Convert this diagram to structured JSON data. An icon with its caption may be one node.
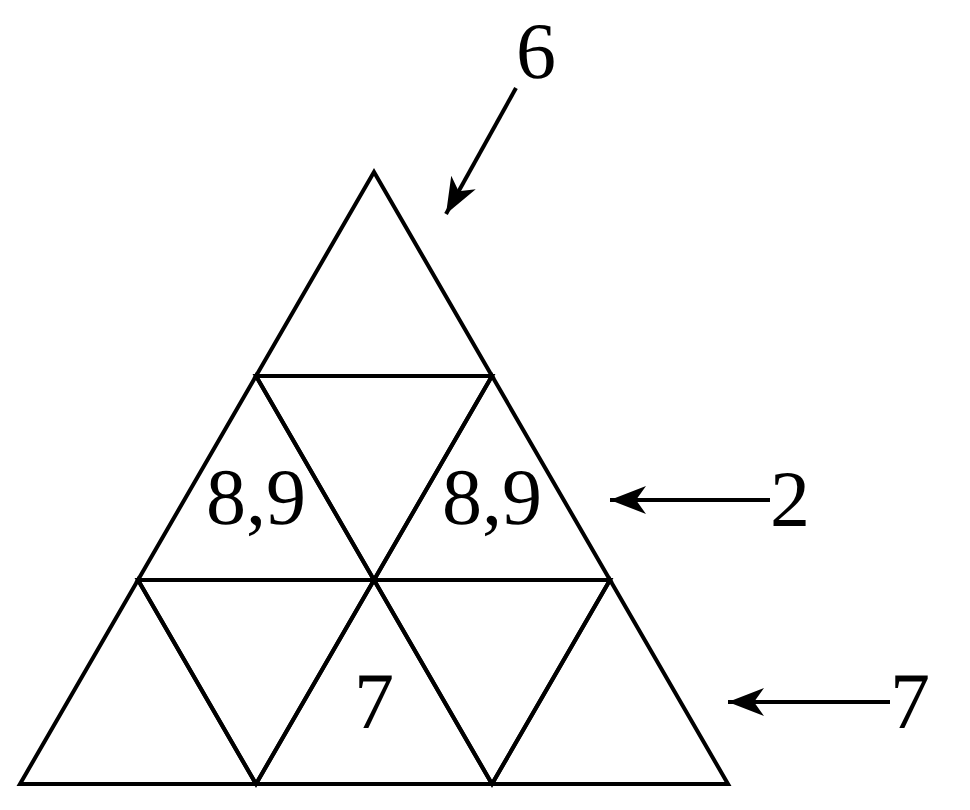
{
  "diagram": {
    "nodes": [
      {
        "text": [],
        "shape": "triangle"
      },
      {
        "text": [
          "8,9"
        ]
      },
      {
        "text": [],
        "shape": "triangle"
      },
      {
        "text": [
          "8,9"
        ]
      },
      {
        "text": [],
        "shape": "triangle"
      },
      {
        "text": [],
        "shape": "triangle"
      },
      {
        "text": [
          "7"
        ]
      },
      {
        "text": [],
        "shape": "triangle"
      },
      {
        "text": [],
        "shape": "triangle"
      },
      {
        "text": [
          "6"
        ]
      },
      {
        "text": [
          "2"
        ]
      },
      {
        "text": [
          "7"
        ]
      }
    ],
    "edges": [
      {
        "from": 9,
        "to": 0,
        "arrow": "to"
      },
      {
        "from": 10,
        "to": 3,
        "arrow": "to"
      },
      {
        "from": 11,
        "to": 8,
        "arrow": "to"
      }
    ]
  }
}
